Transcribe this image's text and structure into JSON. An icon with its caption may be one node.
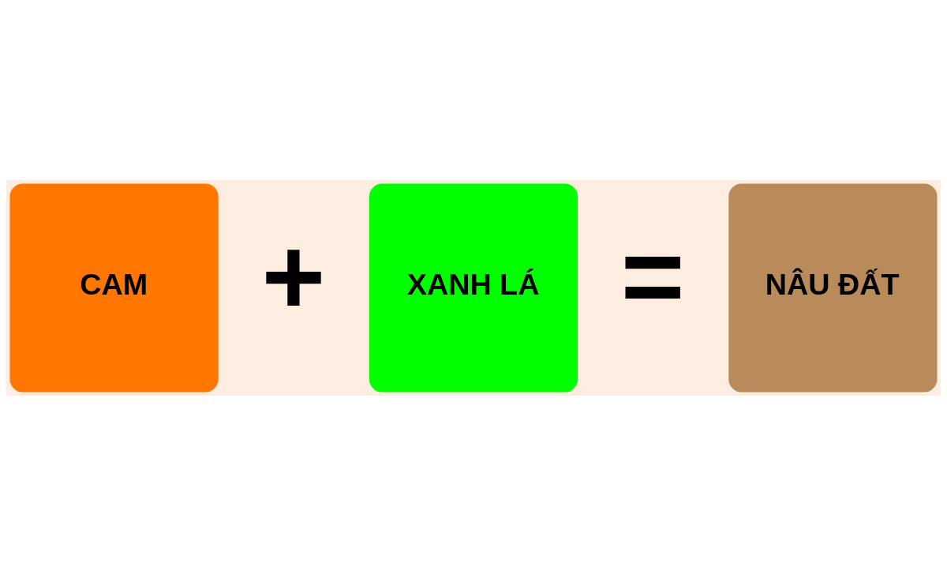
{
  "diagram": {
    "nodes": [
      {
        "text": [
          "CAM"
        ]
      },
      {
        "text": [
          "XANH LÁ"
        ]
      },
      {
        "text": [
          "NÂU ĐẤT"
        ]
      }
    ],
    "labels": [
      "+",
      "="
    ]
  }
}
